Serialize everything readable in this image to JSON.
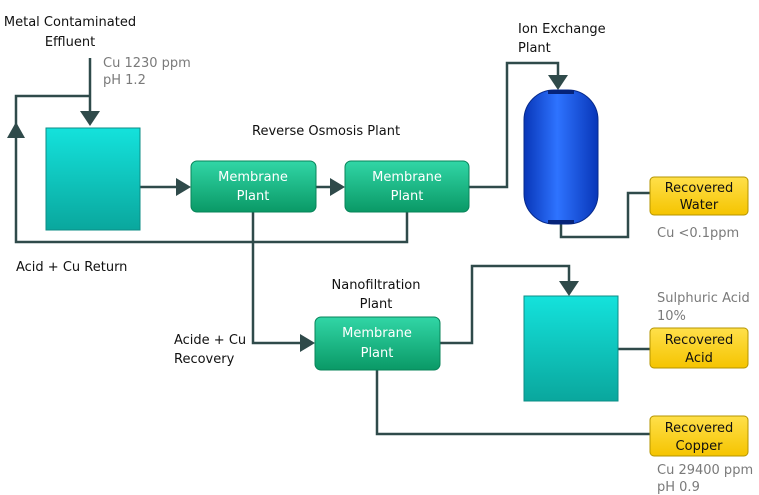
{
  "colors": {
    "line": "#2f4a4a",
    "membrane_top": "#31d6a6",
    "membrane_bottom": "#0a9966",
    "tank_top": "#14e2dc",
    "tank_bottom": "#0aa79d",
    "vessel_light": "#2e73ff",
    "vessel_dark": "#0836b8",
    "recovered_fill": "#ffd600",
    "recovered_stroke": "#b49400",
    "note_text": "#7a7a7a"
  },
  "labels": {
    "effluent": [
      "Metal Contaminated",
      "Effluent"
    ],
    "effluent_conditions": [
      "Cu 1230 ppm",
      "pH 1.2"
    ],
    "reverse_osmosis": "Reverse Osmosis Plant",
    "ion_exchange": [
      "Ion Exchange",
      "Plant"
    ],
    "acid_cu_return": "Acid + Cu Return",
    "nanofiltration": [
      "Nanofiltration",
      "Plant"
    ],
    "acide_cu_recovery": [
      "Acide + Cu",
      "Recovery"
    ],
    "water_quality": "Cu <0.1ppm",
    "sulphuric_acid": [
      "Sulphuric Acid",
      "10%"
    ],
    "copper_conditions": [
      "Cu 29400 ppm",
      "pH 0.9"
    ]
  },
  "membrane_plants": [
    [
      "Membrane",
      "Plant"
    ],
    [
      "Membrane",
      "Plant"
    ],
    [
      "Membrane",
      "Plant"
    ]
  ],
  "recovered_boxes": {
    "water": [
      "Recovered",
      "Water"
    ],
    "acid": [
      "Recovered",
      "Acid"
    ],
    "copper": [
      "Recovered",
      "Copper"
    ]
  }
}
